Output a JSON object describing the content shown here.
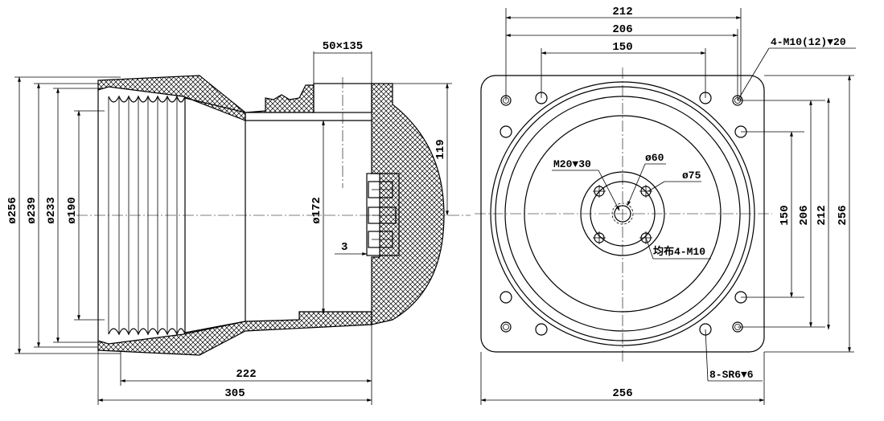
{
  "side_view": {
    "dims": {
      "d256": "ø256",
      "d239": "ø239",
      "d233": "ø233",
      "d190": "ø190",
      "d172": "ø172",
      "w222": "222",
      "w305": "305",
      "h119": "119",
      "t3": "3",
      "slot": "50×135"
    }
  },
  "front_view": {
    "dims": {
      "w212": "212",
      "w206": "206",
      "w150": "150",
      "w256": "256",
      "h150": "150",
      "h206": "206",
      "h212": "212",
      "h256": "256",
      "d60": "ø60",
      "d75": "ø75"
    },
    "callouts": {
      "corner_holes": "4-M10(12)▼20",
      "center_thread": "M20▼30",
      "pcd_holes": "均布4-M10",
      "flange_holes": "8-SR6▼6"
    }
  }
}
